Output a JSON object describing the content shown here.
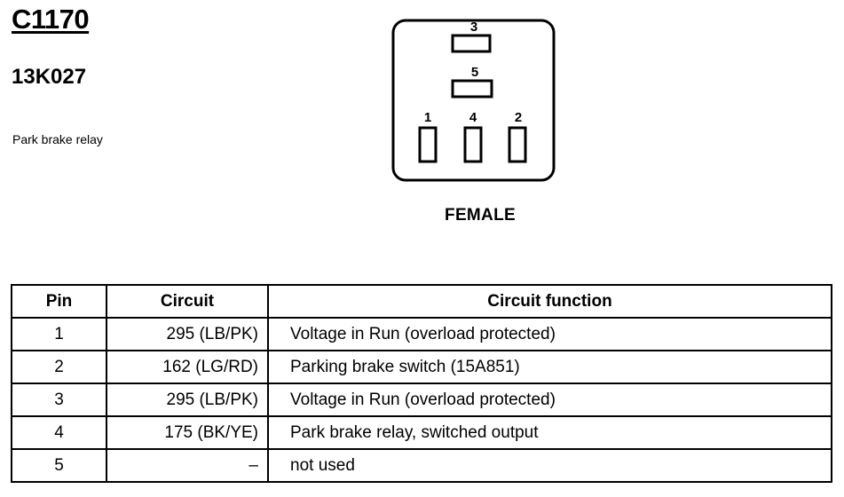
{
  "connector": {
    "id": "C1170",
    "part_number": "13K027",
    "description": "Park brake relay"
  },
  "diagram": {
    "gender": "FEMALE",
    "terminals": [
      {
        "pin": "3",
        "orientation": "horizontal"
      },
      {
        "pin": "5",
        "orientation": "horizontal"
      },
      {
        "pin": "1",
        "orientation": "vertical"
      },
      {
        "pin": "4",
        "orientation": "vertical"
      },
      {
        "pin": "2",
        "orientation": "vertical"
      }
    ]
  },
  "table": {
    "headers": {
      "pin": "Pin",
      "circuit": "Circuit",
      "function": "Circuit function"
    },
    "rows": [
      {
        "pin": "1",
        "circuit": "295 (LB/PK)",
        "function": "Voltage in Run (overload protected)"
      },
      {
        "pin": "2",
        "circuit": "162 (LG/RD)",
        "function": "Parking brake switch (15A851)"
      },
      {
        "pin": "3",
        "circuit": "295 (LB/PK)",
        "function": "Voltage in Run (overload protected)"
      },
      {
        "pin": "4",
        "circuit": "175 (BK/YE)",
        "function": "Park brake relay, switched output"
      },
      {
        "pin": "5",
        "circuit": "–",
        "function": "not used"
      }
    ]
  }
}
